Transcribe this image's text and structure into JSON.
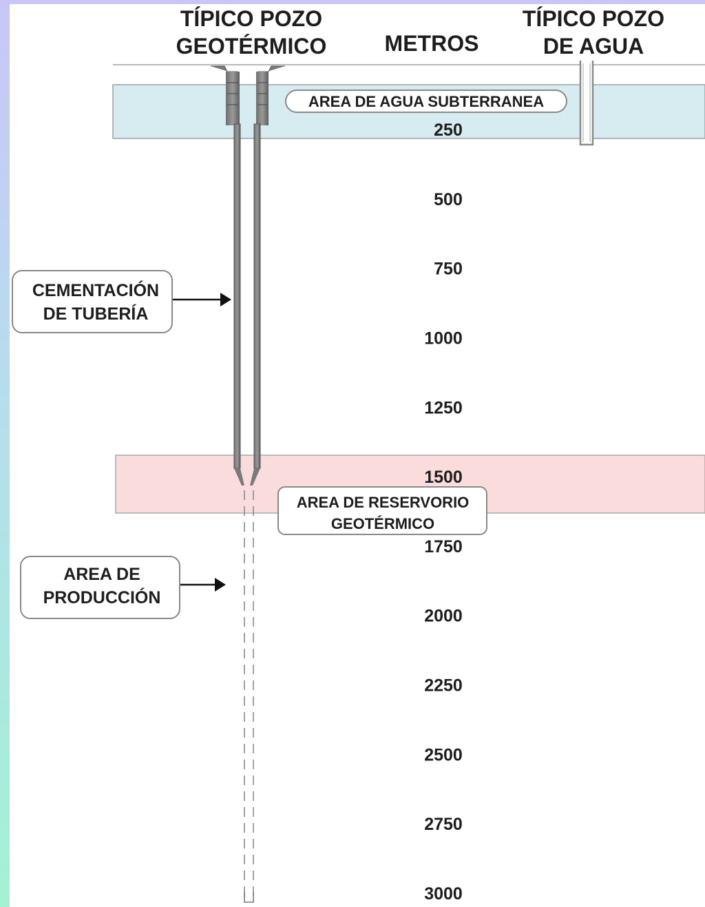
{
  "headers": {
    "geothermal_well": [
      "TÍPICO POZO",
      "GEOTÉRMICO"
    ],
    "depth_unit": "METROS",
    "water_well": [
      "TÍPICO POZO",
      "DE AGUA"
    ]
  },
  "depth_scale": [
    {
      "value": 250,
      "label": "250"
    },
    {
      "value": 500,
      "label": "500"
    },
    {
      "value": 750,
      "label": "750"
    },
    {
      "value": 1000,
      "label": "1000"
    },
    {
      "value": 1250,
      "label": "1250"
    },
    {
      "value": 1500,
      "label": "1500"
    },
    {
      "value": 1750,
      "label": "1750"
    },
    {
      "value": 2000,
      "label": "2000"
    },
    {
      "value": 2250,
      "label": "2250"
    },
    {
      "value": 2500,
      "label": "2500"
    },
    {
      "value": 2750,
      "label": "2750"
    },
    {
      "value": 3000,
      "label": "3000"
    }
  ],
  "zones": {
    "groundwater": {
      "label": "AREA DE AGUA SUBTERRANEA",
      "color": "#d6ecf0"
    },
    "reservoir": {
      "label": [
        "AREA DE RESERVORIO",
        "GEOTÉRMICO"
      ],
      "color": "#fadcdc"
    }
  },
  "callouts": {
    "casing": [
      "CEMENTACIÓN",
      "DE TUBERÍA"
    ],
    "production": [
      "AREA DE",
      "PRODUCCIÓN"
    ]
  }
}
